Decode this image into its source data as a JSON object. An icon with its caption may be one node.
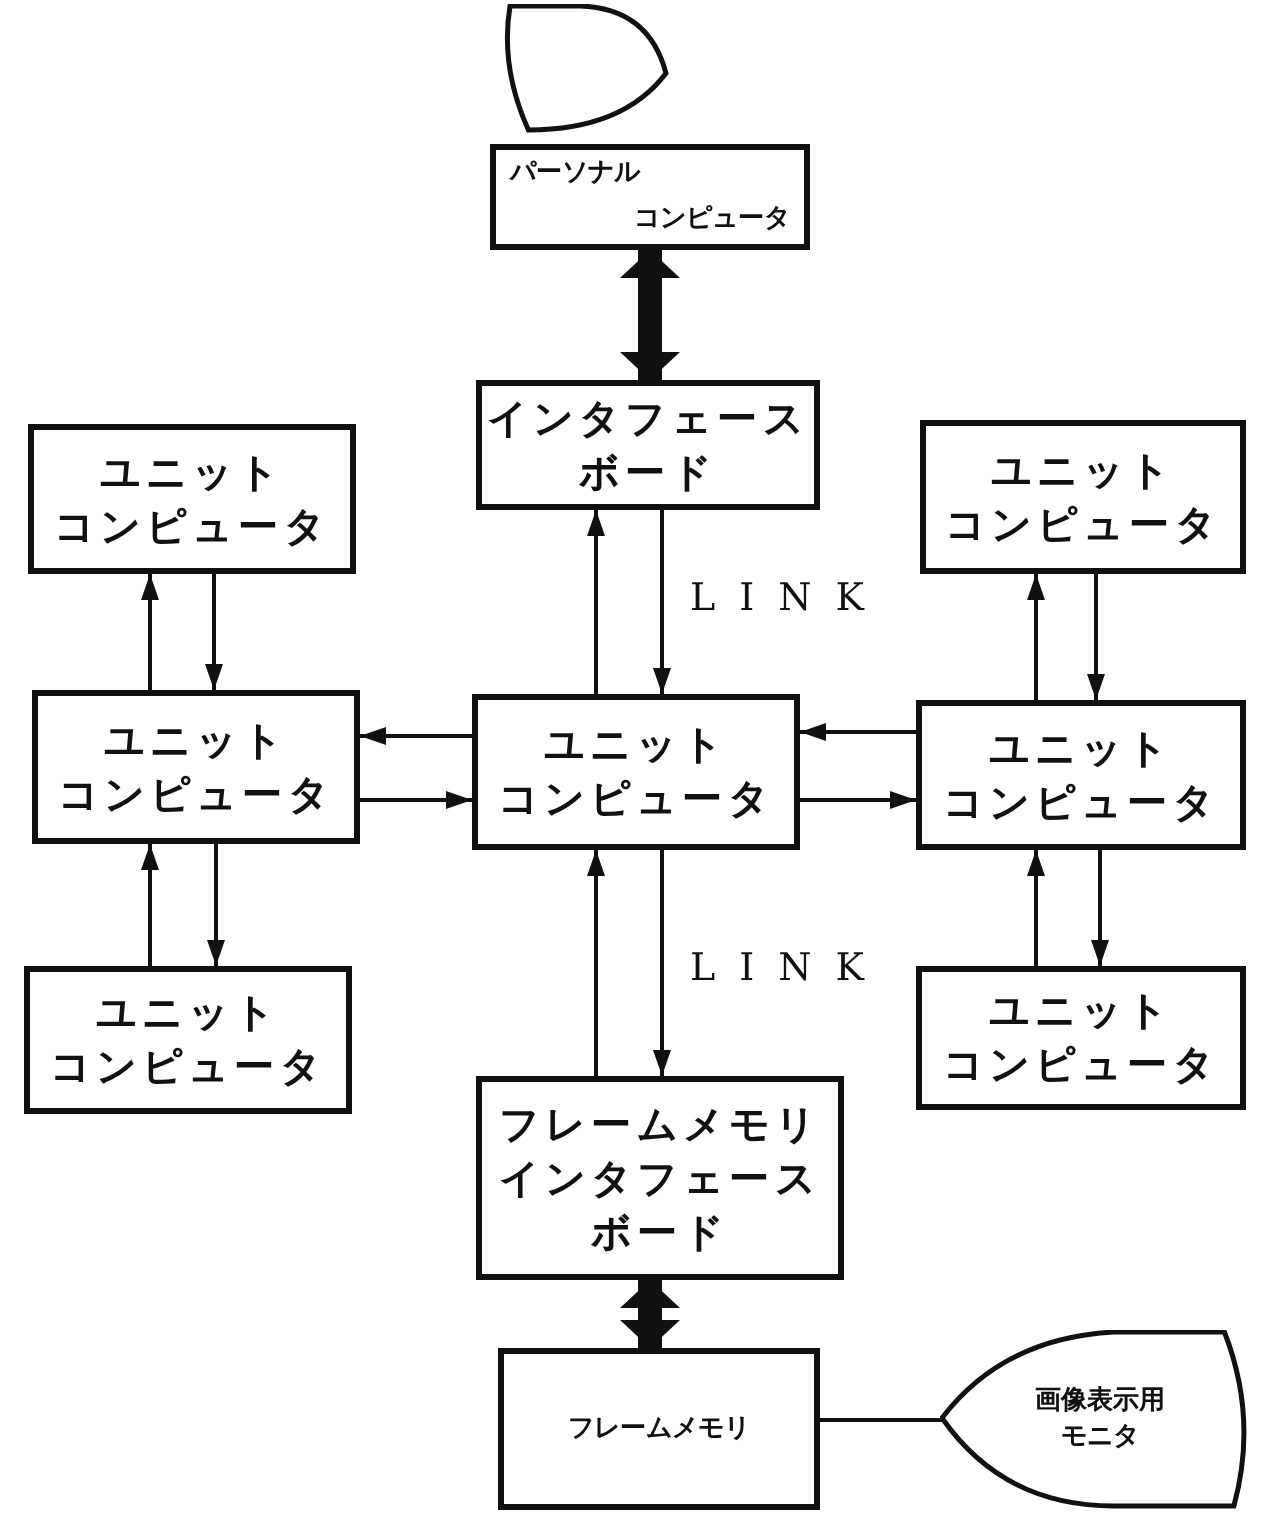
{
  "diagram": {
    "nodes": [
      {
        "text": [],
        "shape": "display"
      },
      {
        "text": [
          "パーソナルコンピュータ"
        ]
      },
      {
        "text": [
          "インタフェースボード"
        ]
      },
      {
        "text": [
          "ユニットコンピュータ"
        ]
      },
      {
        "text": [
          "ユニットコンピュータ"
        ]
      },
      {
        "text": [
          "ユニットコンピュータ"
        ]
      },
      {
        "text": [
          "ユニットコンピュータ"
        ]
      },
      {
        "text": [
          "ユニットコンピュータ"
        ]
      },
      {
        "text": [
          "ユニットコンピュータ"
        ]
      },
      {
        "text": [
          "ユニットコンピュータ"
        ]
      },
      {
        "text": [
          "フレームメモリインタフェースボード"
        ]
      },
      {
        "text": [
          "フレームメモリ"
        ]
      },
      {
        "text": [
          "画像表示用モニタ"
        ]
      }
    ],
    "edges": [
      {
        "from": 1,
        "to": 2,
        "arrow": "both",
        "style": "thick"
      },
      {
        "from": 6,
        "to": 2,
        "arrow": "to"
      },
      {
        "from": 2,
        "to": 6,
        "arrow": "to",
        "label": "LINK"
      },
      {
        "from": 5,
        "to": 3,
        "arrow": "to"
      },
      {
        "from": 3,
        "to": 5,
        "arrow": "to"
      },
      {
        "from": 6,
        "to": 5,
        "arrow": "to"
      },
      {
        "from": 5,
        "to": 6,
        "arrow": "to"
      },
      {
        "from": 7,
        "to": 6,
        "arrow": "to"
      },
      {
        "from": 6,
        "to": 7,
        "arrow": "to"
      },
      {
        "from": 7,
        "to": 4,
        "arrow": "to"
      },
      {
        "from": 4,
        "to": 7,
        "arrow": "to"
      },
      {
        "from": 8,
        "to": 5,
        "arrow": "to"
      },
      {
        "from": 5,
        "to": 8,
        "arrow": "to"
      },
      {
        "from": 9,
        "to": 7,
        "arrow": "to"
      },
      {
        "from": 7,
        "to": 9,
        "arrow": "to"
      },
      {
        "from": 10,
        "to": 6,
        "arrow": "to"
      },
      {
        "from": 6,
        "to": 10,
        "arrow": "to",
        "label": "LINK"
      },
      {
        "from": 10,
        "to": 11,
        "arrow": "both",
        "style": "thick"
      },
      {
        "from": 11,
        "to": 12,
        "arrow": "none"
      }
    ]
  }
}
